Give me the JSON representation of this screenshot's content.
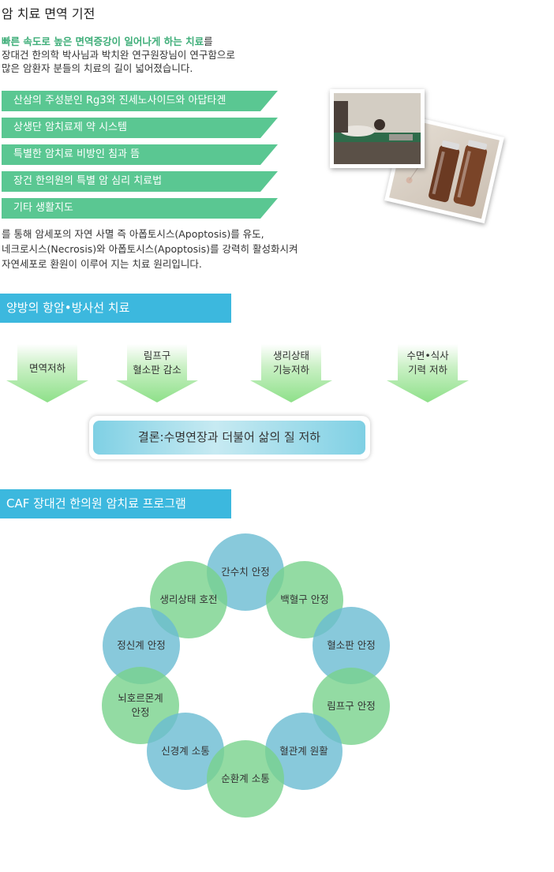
{
  "title": "암 치료 면역 기전",
  "intro": {
    "highlight": "빠른 속도로 높은 면역증강이 일어나게 하는 치료",
    "highlight_suffix": "를",
    "line2": "장대건 한의학 박사님과 박치완 연구원장님이 연구함으로",
    "line3": "많은 암환자 분들의 치료의 길이 넓어졌습니다."
  },
  "ribbons": [
    "산삼의 주성분인 Rg3와 진세노사이드와 아답타겐",
    "상생단  암치료제 약 시스템",
    "특별한 암치료 비방인 침과 뜸",
    "장건 한의원의 특별 암 심리 치료법",
    "기타 생활지도"
  ],
  "description": [
    "를 통해 암세포의 자연 사멸 즉 아폽토시스(Apoptosis)를 유도,",
    "네크로시스(Necrosis)와 아폽토시스(Apoptosis)를 강력히 활성화시켜",
    "자연세포로 환원이 이루어 지는 치료 원리입니다."
  ],
  "section1": {
    "title": "양방의 항암•방사선 치료",
    "arrows": [
      {
        "line1": "면역저하",
        "line2": ""
      },
      {
        "line1": "림프구",
        "line2": "혈소판 감소"
      },
      {
        "line1": "생리상태",
        "line2": "기능저하"
      },
      {
        "line1": "수면•식사",
        "line2": "기력 저하"
      }
    ],
    "conclusion": "결론:수명연장과 더불어 삶의 질 저하"
  },
  "section2": {
    "title": "CAF 장대건 한의원 암치료 프로그램",
    "circles": [
      {
        "label": "간수치 안정",
        "color": "blue"
      },
      {
        "label": "생리상태 호전",
        "color": "green"
      },
      {
        "label": "백혈구 안정",
        "color": "green"
      },
      {
        "label": "정신계 안정",
        "color": "blue"
      },
      {
        "label": "혈소판 안정",
        "color": "blue"
      },
      {
        "label": "뇌호르몬계 안정",
        "color": "green"
      },
      {
        "label": "림프구 안정",
        "color": "green"
      },
      {
        "label": "신경계 소통",
        "color": "blue"
      },
      {
        "label": "혈관계 원활",
        "color": "blue"
      },
      {
        "label": "순환계 소통",
        "color": "green"
      }
    ]
  },
  "colors": {
    "ribbon": "#5ac792",
    "section_bar": "#3cb8de",
    "arrow": "#8ee089",
    "highlight": "#3fae79"
  }
}
